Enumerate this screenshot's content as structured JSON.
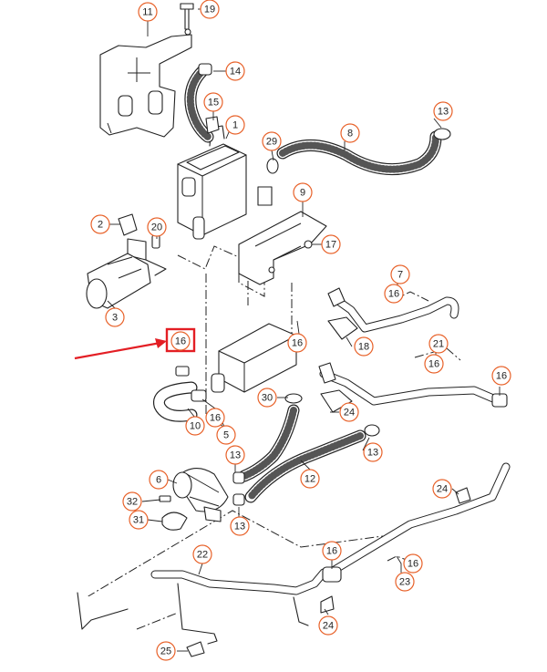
{
  "diagram": {
    "callouts": [
      {
        "id": "11",
        "label": "11"
      },
      {
        "id": "19",
        "label": "19"
      },
      {
        "id": "14",
        "label": "14"
      },
      {
        "id": "15",
        "label": "15"
      },
      {
        "id": "1",
        "label": "1"
      },
      {
        "id": "29",
        "label": "29"
      },
      {
        "id": "8",
        "label": "8"
      },
      {
        "id": "13a",
        "label": "13"
      },
      {
        "id": "9",
        "label": "9"
      },
      {
        "id": "2",
        "label": "2"
      },
      {
        "id": "20",
        "label": "20"
      },
      {
        "id": "17",
        "label": "17"
      },
      {
        "id": "7",
        "label": "7"
      },
      {
        "id": "16a",
        "label": "16"
      },
      {
        "id": "3",
        "label": "3"
      },
      {
        "id": "16b",
        "label": "16"
      },
      {
        "id": "16c",
        "label": "16"
      },
      {
        "id": "18",
        "label": "18"
      },
      {
        "id": "21",
        "label": "21"
      },
      {
        "id": "16d",
        "label": "16"
      },
      {
        "id": "16e",
        "label": "16"
      },
      {
        "id": "30",
        "label": "30"
      },
      {
        "id": "24a",
        "label": "24"
      },
      {
        "id": "10",
        "label": "10"
      },
      {
        "id": "16f",
        "label": "16"
      },
      {
        "id": "5",
        "label": "5"
      },
      {
        "id": "13b",
        "label": "13"
      },
      {
        "id": "13c",
        "label": "13"
      },
      {
        "id": "6",
        "label": "6"
      },
      {
        "id": "12",
        "label": "12"
      },
      {
        "id": "32",
        "label": "32"
      },
      {
        "id": "13d",
        "label": "13"
      },
      {
        "id": "31",
        "label": "31"
      },
      {
        "id": "24b",
        "label": "24"
      },
      {
        "id": "22",
        "label": "22"
      },
      {
        "id": "16g",
        "label": "16"
      },
      {
        "id": "16h",
        "label": "16"
      },
      {
        "id": "23",
        "label": "23"
      },
      {
        "id": "24c",
        "label": "24"
      },
      {
        "id": "25",
        "label": "25"
      }
    ],
    "colors": {
      "callout_ring": "#e8622a",
      "highlight": "#e31e24",
      "line": "#222222"
    }
  }
}
